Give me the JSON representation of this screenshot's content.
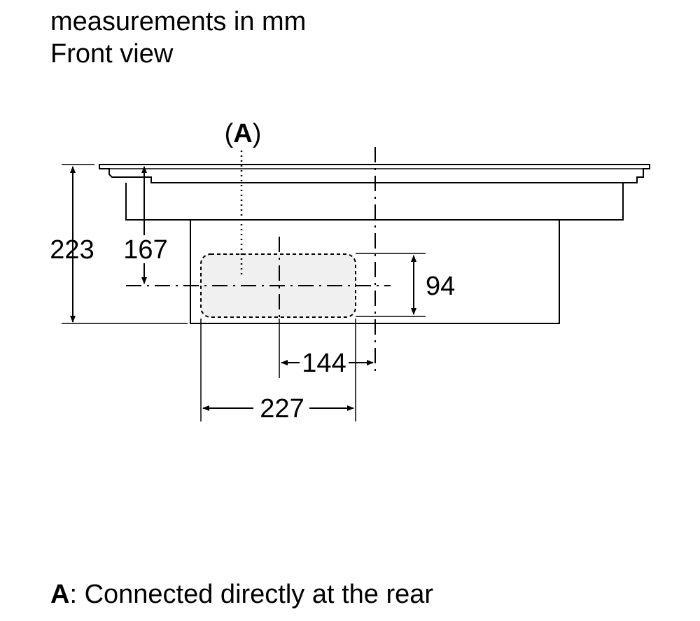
{
  "header": {
    "units_note": "measurements in mm",
    "view_name": "Front view"
  },
  "labels": {
    "callout_open": "(",
    "callout_key": "A",
    "callout_close": ")"
  },
  "dimensions": {
    "total_height": "223",
    "height_to_connection": "167",
    "connection_height": "94",
    "offset_to_axis": "144",
    "connection_width": "227"
  },
  "footnote": {
    "key": "A",
    "text": ": Connected directly at the rear"
  },
  "colors": {
    "line": "#000000",
    "connection_fill": "#f0f0f0"
  }
}
